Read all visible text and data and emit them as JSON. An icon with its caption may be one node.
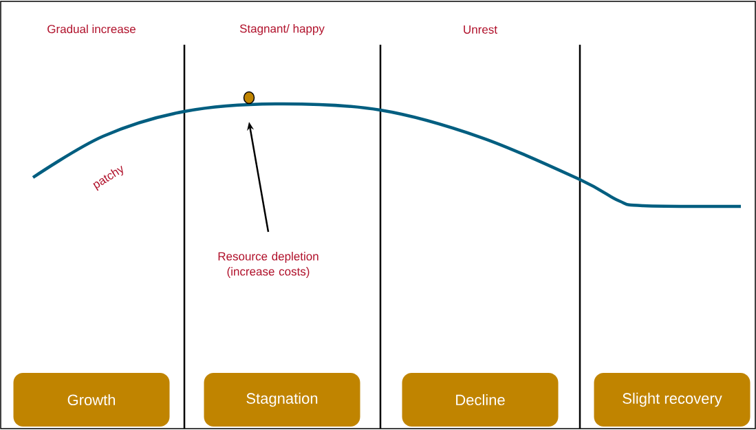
{
  "diagram": {
    "nodes": [
      {
        "text": [
          "Growth"
        ]
      },
      {
        "text": [
          "Stagnation"
        ]
      },
      {
        "text": [
          "Decline"
        ]
      },
      {
        "text": [
          "Slight recovery"
        ]
      },
      {
        "text": [
          "Resource depletion (increase costs)"
        ]
      },
      {
        "text": [],
        "shape": "circle"
      }
    ],
    "edges": [
      {
        "from": 4,
        "to": 5,
        "arrow": "to"
      }
    ],
    "labels": [
      "Gradual increase",
      "Stagnant/ happy",
      "Unrest",
      "patchy"
    ]
  }
}
